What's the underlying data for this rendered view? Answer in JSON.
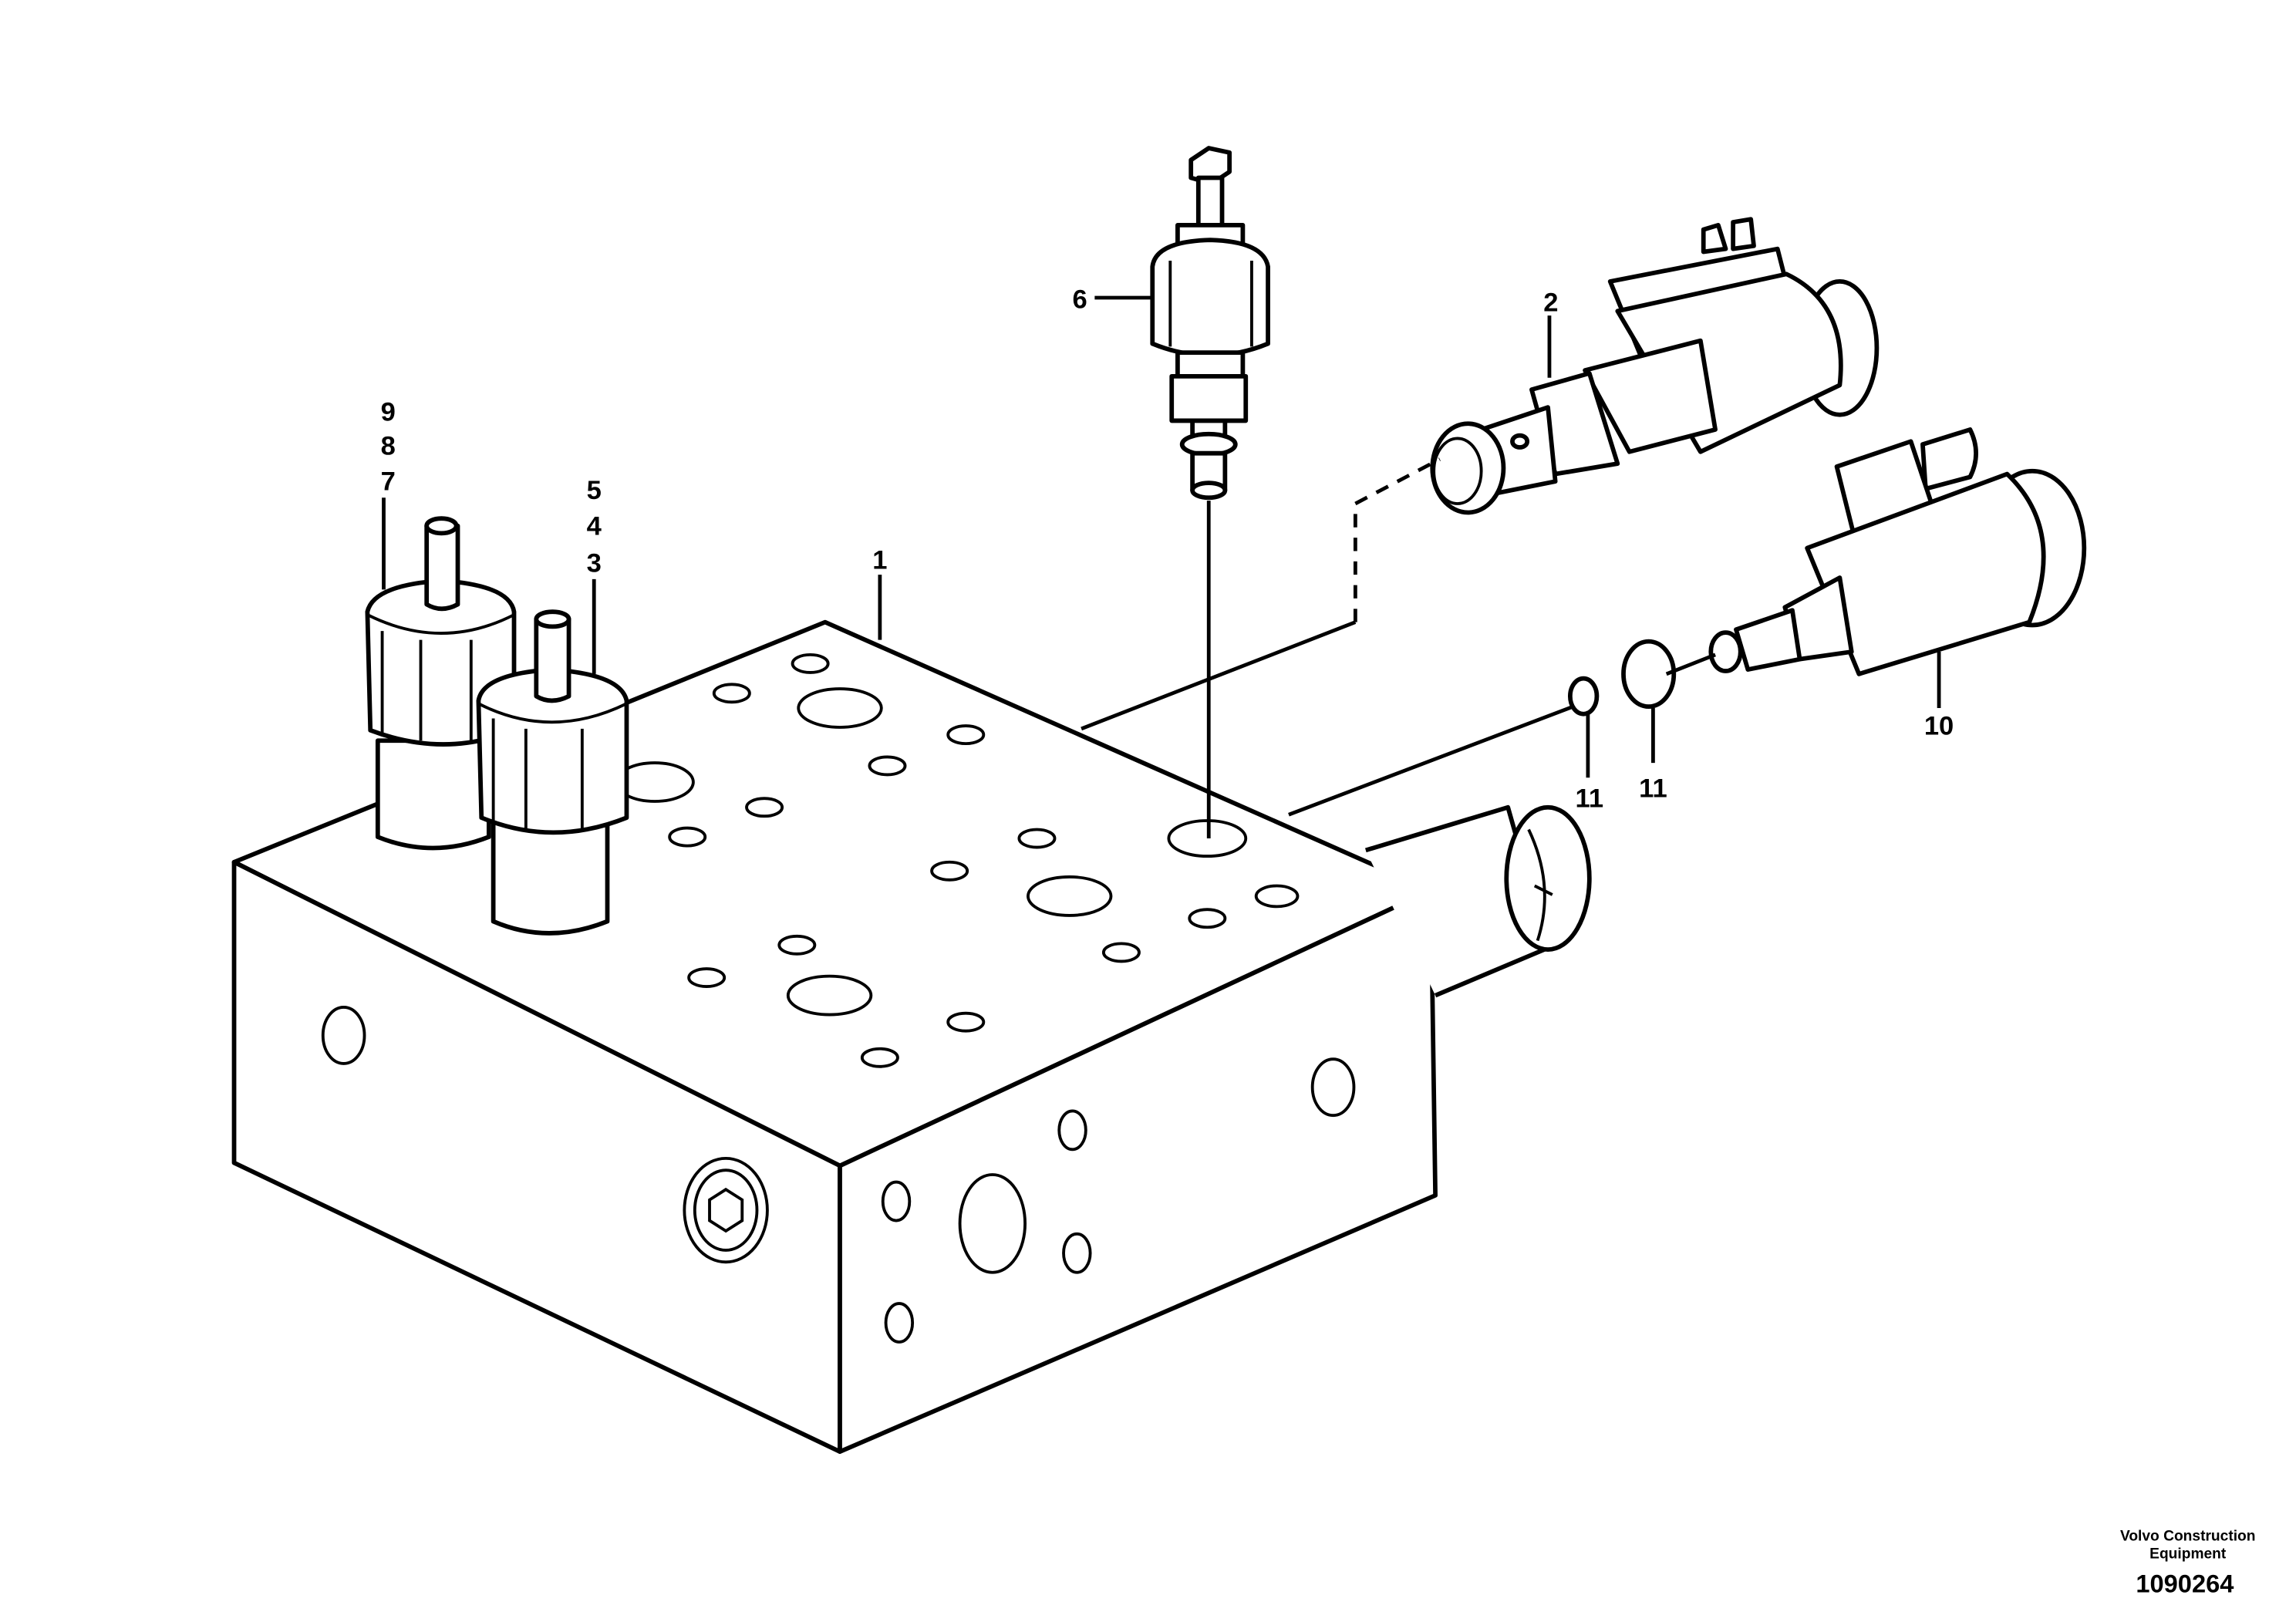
{
  "callouts": {
    "part_1": "1",
    "part_2": "2",
    "part_3": "3",
    "part_4": "4",
    "part_5": "5",
    "part_6": "6",
    "part_7": "7",
    "part_8": "8",
    "part_9": "9",
    "part_10": "10",
    "part_11a": "11",
    "part_11b": "11"
  },
  "credit": {
    "line1": "Volvo Construction",
    "line2": "Equipment",
    "figure_number": "1090264"
  }
}
